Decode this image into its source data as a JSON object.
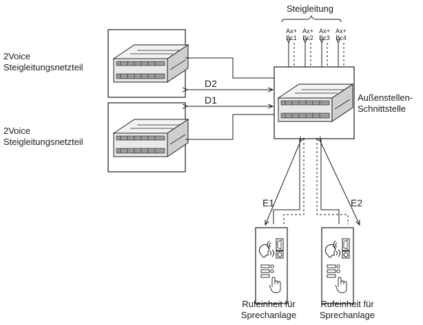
{
  "riser": {
    "title": "Steigleitung",
    "terminals": [
      {
        "top": "Ax+",
        "bottom": "Bc1"
      },
      {
        "top": "Ax+",
        "bottom": "Bc2"
      },
      {
        "top": "Ax+",
        "bottom": "Bc3"
      },
      {
        "top": "Ax+",
        "bottom": "Bc4"
      }
    ]
  },
  "power_supplies": [
    {
      "line1": "2Voice",
      "line2": "Steigleitungsnetzteil"
    },
    {
      "line1": "2Voice",
      "line2": "Steigleitungsnetzteil"
    }
  ],
  "interface": {
    "line1": "Außenstellen-",
    "line2": "Schnittstelle"
  },
  "distances": {
    "d2": "D2",
    "d1": "D1",
    "e1": "E1",
    "e2": "E2"
  },
  "door_units": [
    {
      "line1": "Rufeinheit für",
      "line2": "Sprechanlage"
    },
    {
      "line1": "Rufeinheit für",
      "line2": "Sprechanlage"
    }
  ],
  "colors": {
    "line": "#1a1a1a",
    "fill": "#ffffff",
    "module": "#e6e6e6",
    "module_dark": "#9a9a9a"
  }
}
